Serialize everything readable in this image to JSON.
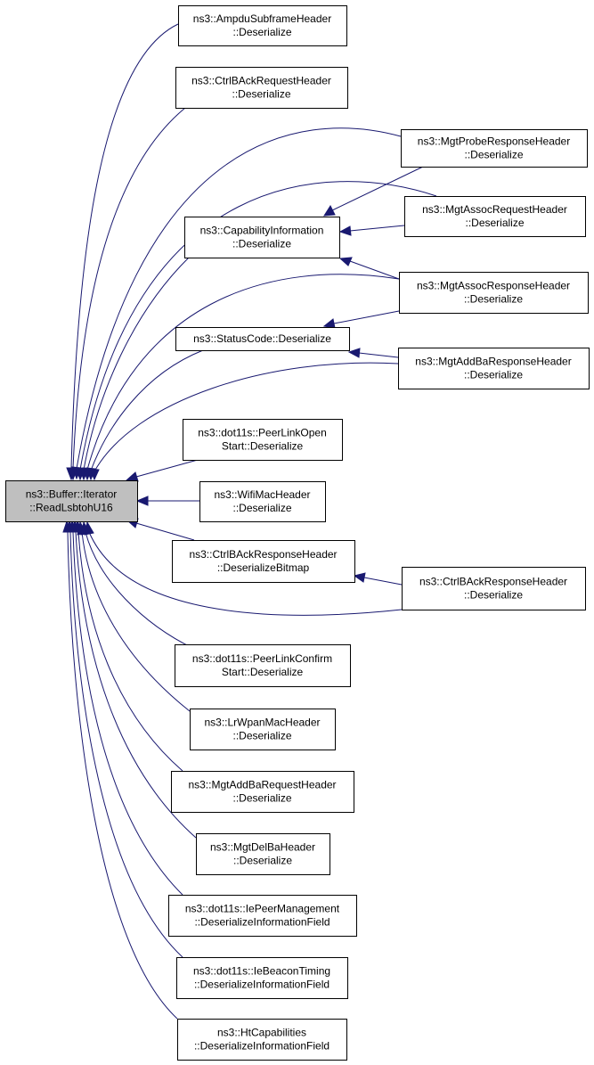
{
  "diagram": {
    "edge_color": "#191970",
    "root_fill": "#bfbfbf",
    "nodes": [
      {
        "id": "root",
        "lines": [
          "ns3::Buffer::Iterator",
          "::ReadLsbtohU16"
        ]
      },
      {
        "id": "ampdu",
        "lines": [
          "ns3::AmpduSubframeHeader",
          "::Deserialize"
        ]
      },
      {
        "id": "ctrlbareq",
        "lines": [
          "ns3::CtrlBAckRequestHeader",
          "::Deserialize"
        ]
      },
      {
        "id": "mgtprobe",
        "lines": [
          "ns3::MgtProbeResponseHeader",
          "::Deserialize"
        ]
      },
      {
        "id": "capinfo",
        "lines": [
          "ns3::CapabilityInformation",
          "::Deserialize"
        ]
      },
      {
        "id": "mgtassocreq",
        "lines": [
          "ns3::MgtAssocRequestHeader",
          "::Deserialize"
        ]
      },
      {
        "id": "mgtassocresp",
        "lines": [
          "ns3::MgtAssocResponseHeader",
          "::Deserialize"
        ]
      },
      {
        "id": "statuscode",
        "lines": [
          "ns3::StatusCode::Deserialize"
        ]
      },
      {
        "id": "mgtaddbaresp",
        "lines": [
          "ns3::MgtAddBaResponseHeader",
          "::Deserialize"
        ]
      },
      {
        "id": "plopen",
        "lines": [
          "ns3::dot11s::PeerLinkOpen",
          "Start::Deserialize"
        ]
      },
      {
        "id": "wifimac",
        "lines": [
          "ns3::WifiMacHeader",
          "::Deserialize"
        ]
      },
      {
        "id": "ctrlbaresp_bitmap",
        "lines": [
          "ns3::CtrlBAckResponseHeader",
          "::DeserializeBitmap"
        ]
      },
      {
        "id": "ctrlbaresp",
        "lines": [
          "ns3::CtrlBAckResponseHeader",
          "::Deserialize"
        ]
      },
      {
        "id": "plconfirm",
        "lines": [
          "ns3::dot11s::PeerLinkConfirm",
          "Start::Deserialize"
        ]
      },
      {
        "id": "lrwpan",
        "lines": [
          "ns3::LrWpanMacHeader",
          "::Deserialize"
        ]
      },
      {
        "id": "mgtaddbareq",
        "lines": [
          "ns3::MgtAddBaRequestHeader",
          "::Deserialize"
        ]
      },
      {
        "id": "mgtdelba",
        "lines": [
          "ns3::MgtDelBaHeader",
          "::Deserialize"
        ]
      },
      {
        "id": "iepeer",
        "lines": [
          "ns3::dot11s::IePeerManagement",
          "::DeserializeInformationField"
        ]
      },
      {
        "id": "iebeacon",
        "lines": [
          "ns3::dot11s::IeBeaconTiming",
          "::DeserializeInformationField"
        ]
      },
      {
        "id": "htcap",
        "lines": [
          "ns3::HtCapabilities",
          "::DeserializeInformationField"
        ]
      }
    ],
    "edges": [
      {
        "from": "ampdu",
        "to": "root"
      },
      {
        "from": "ctrlbareq",
        "to": "root"
      },
      {
        "from": "mgtprobe",
        "to": "root"
      },
      {
        "from": "mgtprobe",
        "to": "capinfo"
      },
      {
        "from": "mgtassocreq",
        "to": "root"
      },
      {
        "from": "mgtassocreq",
        "to": "capinfo"
      },
      {
        "from": "capinfo",
        "to": "root"
      },
      {
        "from": "mgtassocresp",
        "to": "capinfo"
      },
      {
        "from": "mgtassocresp",
        "to": "root"
      },
      {
        "from": "mgtassocresp",
        "to": "statuscode"
      },
      {
        "from": "statuscode",
        "to": "root"
      },
      {
        "from": "mgtaddbaresp",
        "to": "statuscode"
      },
      {
        "from": "mgtaddbaresp",
        "to": "root"
      },
      {
        "from": "plopen",
        "to": "root"
      },
      {
        "from": "wifimac",
        "to": "root"
      },
      {
        "from": "ctrlbaresp_bitmap",
        "to": "root"
      },
      {
        "from": "ctrlbaresp",
        "to": "ctrlbaresp_bitmap"
      },
      {
        "from": "ctrlbaresp",
        "to": "root"
      },
      {
        "from": "plconfirm",
        "to": "root"
      },
      {
        "from": "lrwpan",
        "to": "root"
      },
      {
        "from": "mgtaddbareq",
        "to": "root"
      },
      {
        "from": "mgtdelba",
        "to": "root"
      },
      {
        "from": "iepeer",
        "to": "root"
      },
      {
        "from": "iebeacon",
        "to": "root"
      },
      {
        "from": "htcap",
        "to": "root"
      }
    ]
  }
}
